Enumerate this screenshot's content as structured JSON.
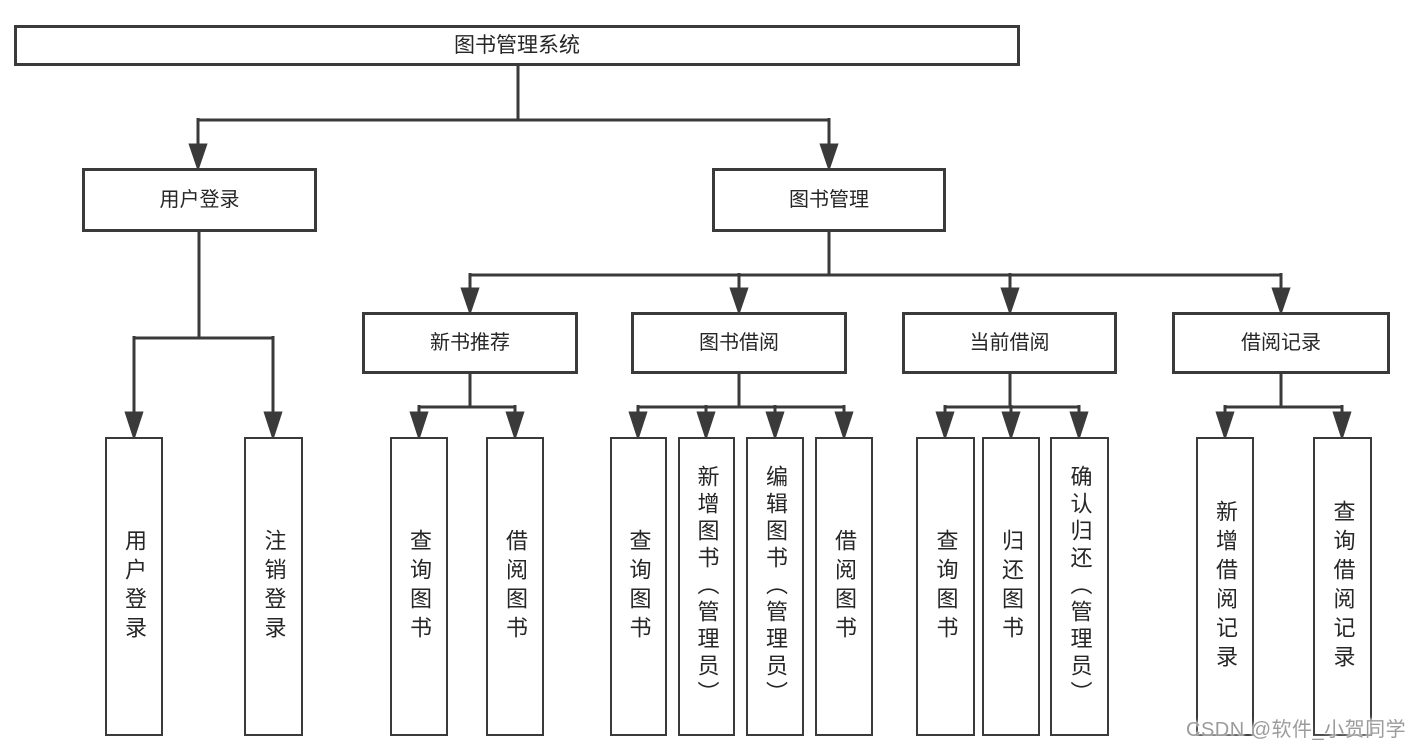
{
  "diagram_title": "图书管理系统",
  "root": {
    "label": "图书管理系统"
  },
  "level2": [
    {
      "label": "用户登录"
    },
    {
      "label": "图书管理"
    }
  ],
  "level3": [
    {
      "label": "新书推荐"
    },
    {
      "label": "图书借阅"
    },
    {
      "label": "当前借阅"
    },
    {
      "label": "借阅记录"
    }
  ],
  "leaves": {
    "user_login": [
      {
        "label": "用户登录"
      },
      {
        "label": "注销登录"
      }
    ],
    "new_book": [
      {
        "label": "查询图书"
      },
      {
        "label": "借阅图书"
      }
    ],
    "borrow": [
      {
        "label": "查询图书"
      },
      {
        "label": "新增图书（管理员）"
      },
      {
        "label": "编辑图书（管理员）"
      },
      {
        "label": "借阅图书"
      }
    ],
    "current": [
      {
        "label": "查询图书"
      },
      {
        "label": "归还图书"
      },
      {
        "label": "确认归还（管理员）"
      }
    ],
    "records": [
      {
        "label": "新增借阅记录"
      },
      {
        "label": "查询借阅记录"
      }
    ]
  },
  "watermark": "CSDN @软件_小贺同学",
  "colors": {
    "line": "#3a3a3a",
    "text": "#262626",
    "background": "#ffffff",
    "watermark": "#9c9c9c"
  }
}
